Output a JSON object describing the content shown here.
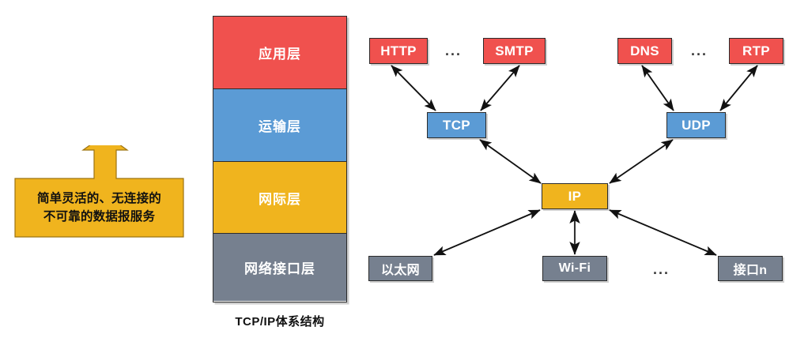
{
  "diagram": {
    "title": "TCP/IP体系结构",
    "stack": {
      "caption": "TCP/IP体系结构",
      "layers": [
        {
          "label": "应用层",
          "color": "#F0514E",
          "role": "application"
        },
        {
          "label": "运输层",
          "color": "#5B9BD5",
          "role": "transport"
        },
        {
          "label": "网际层",
          "color": "#F0B41E",
          "role": "internet"
        },
        {
          "label": "网络接口层",
          "color": "#76808F",
          "role": "network-interface"
        }
      ]
    },
    "callout": {
      "line1": "简单灵活的、无连接的",
      "line2": "不可靠的数据报服务",
      "color": "#F0B41E",
      "points_to": "网际层"
    },
    "nodes": {
      "application": [
        {
          "id": "http",
          "label": "HTTP",
          "color": "#F0514E"
        },
        {
          "id": "smtp",
          "label": "SMTP",
          "color": "#F0514E"
        },
        {
          "id": "dns",
          "label": "DNS",
          "color": "#F0514E"
        },
        {
          "id": "rtp",
          "label": "RTP",
          "color": "#F0514E"
        }
      ],
      "transport": [
        {
          "id": "tcp",
          "label": "TCP",
          "color": "#5B9BD5"
        },
        {
          "id": "udp",
          "label": "UDP",
          "color": "#5B9BD5"
        }
      ],
      "internet": [
        {
          "id": "ip",
          "label": "IP",
          "color": "#F0B41E"
        }
      ],
      "link": [
        {
          "id": "ethernet",
          "label": "以太网",
          "color": "#76808F"
        },
        {
          "id": "wifi",
          "label": "Wi-Fi",
          "color": "#76808F"
        },
        {
          "id": "interface",
          "label": "接口n",
          "color": "#76808F"
        }
      ]
    },
    "ellipses": [
      {
        "id": "dots-app-left",
        "label": "..."
      },
      {
        "id": "dots-app-right",
        "label": "..."
      },
      {
        "id": "dots-link",
        "label": "..."
      }
    ],
    "edges": [
      {
        "from": "http",
        "to": "tcp",
        "arrow": "double"
      },
      {
        "from": "smtp",
        "to": "tcp",
        "arrow": "double"
      },
      {
        "from": "dns",
        "to": "udp",
        "arrow": "double"
      },
      {
        "from": "rtp",
        "to": "udp",
        "arrow": "double"
      },
      {
        "from": "tcp",
        "to": "ip",
        "arrow": "double"
      },
      {
        "from": "udp",
        "to": "ip",
        "arrow": "double"
      },
      {
        "from": "ip",
        "to": "ethernet",
        "arrow": "double"
      },
      {
        "from": "ip",
        "to": "wifi",
        "arrow": "double"
      },
      {
        "from": "ip",
        "to": "interface",
        "arrow": "double"
      }
    ]
  }
}
